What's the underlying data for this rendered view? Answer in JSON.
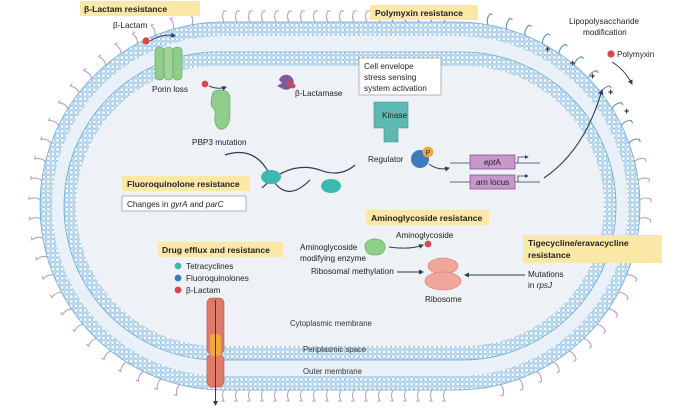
{
  "colors": {
    "membrane_fill": "#b5d7ef",
    "membrane_stroke": "#6aaad6",
    "cytoplasm": "#eef1f6",
    "lps": "#c39ac7",
    "lps_blue": "#5b8fc2",
    "header_bg": "#fbe7a6",
    "kinase": "#5fb9b3",
    "porin": "#8fcd8a",
    "beta_lactamase": "#7b5a9e",
    "red_dot": "#d24a4a",
    "gene_box": "#c598c9",
    "ribosome": "#f0a79a",
    "efflux_pump": "#e07a6a",
    "efflux_center": "#f2a743",
    "teal_dot": "#3bb8b0",
    "blue_dot": "#3a7bbf"
  },
  "sections": {
    "beta_lactam": "β-Lactam resistance",
    "polymyxin": "Polymyxin resistance",
    "fluoroquinolone": "Fluoroquinolone resistance",
    "aminoglycoside": "Aminoglycoside resistance",
    "drug_efflux": "Drug efflux and resistance",
    "tigecycline_1": "Tigecycline/eravacycline",
    "tigecycline_2": "resistance"
  },
  "labels": {
    "beta_lactam_drug": "β-Lactam",
    "porin_loss": "Porin loss",
    "beta_lactamase": "β-Lactamase",
    "pbp3_mutation": "PBP3 mutation",
    "cell_envelope_1": "Cell envelope",
    "cell_envelope_2": "stress sensing",
    "cell_envelope_3": "system activation",
    "kinase": "Kinase",
    "regulator": "Regulator",
    "phospho": "P",
    "lps_mod_1": "Lipopolysaccharide",
    "lps_mod_2": "modification",
    "polymyxin": "Polymyxin",
    "plus": "+",
    "gene_epta_italic": "ept",
    "gene_epta_suffix": "A",
    "gene_arn_italic": "arn",
    "gene_arn_suffix": " locus",
    "changes_prefix": "Changes in ",
    "changes_gyra": "gyrA",
    "changes_and": " and ",
    "changes_parc": "parC",
    "aminoglycoside": "Aminoglycoside",
    "aminoglycoside_enzyme_1": "Aminoglycoside",
    "aminoglycoside_enzyme_2": "modifying enzyme",
    "ribosomal_methylation": "Ribosomal methylation",
    "ribosome": "Ribosome",
    "mutations_1": "Mutations",
    "mutations_2_prefix": "in ",
    "mutations_2_italic": "rpsJ",
    "legend_tetracyclines": "Tetracyclines",
    "legend_fluoroquinolones": "Fluoroquinolones",
    "legend_beta_lactam": "β-Lactam",
    "cytoplasmic_membrane": "Cytoplasmic membrane",
    "periplasmic_space": "Periplasmic space",
    "outer_membrane": "Outer membrane"
  }
}
